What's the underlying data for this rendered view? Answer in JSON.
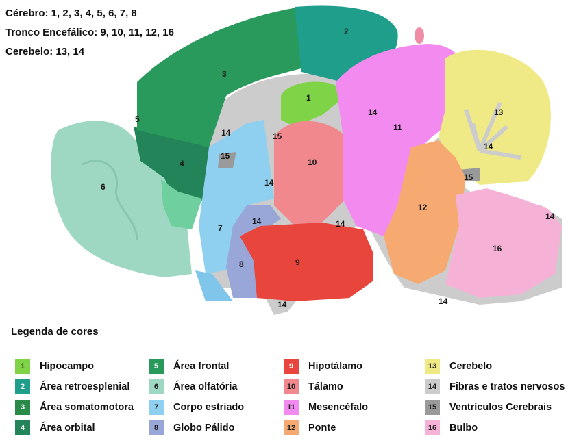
{
  "header": {
    "line1": "Cérebro: 1, 2, 3, 4, 5, 6, 7, 8",
    "line2": "Tronco Encefálico: 9, 10, 11, 12, 16",
    "line3": "Cerebelo: 13, 14"
  },
  "regions": [
    {
      "id": "1",
      "color": "#7ed346"
    },
    {
      "id": "2",
      "color": "#1f9e8c"
    },
    {
      "id": "3",
      "color": "#2a9a5c"
    },
    {
      "id": "4",
      "color": "#23845a"
    },
    {
      "id": "5",
      "color": "#2a9a5c"
    },
    {
      "id": "6",
      "color": "#9fd8c2"
    },
    {
      "id": "7",
      "color": "#8fd0f0"
    },
    {
      "id": "8",
      "color": "#99a6d8"
    },
    {
      "id": "9",
      "color": "#e8453c"
    },
    {
      "id": "10",
      "color": "#f0888e"
    },
    {
      "id": "11",
      "color": "#f28af0"
    },
    {
      "id": "12",
      "color": "#f6aa72"
    },
    {
      "id": "13",
      "color": "#f0ea86"
    },
    {
      "id": "14",
      "color": "#cccccc"
    },
    {
      "id": "15",
      "color": "#9a9a9a"
    },
    {
      "id": "16",
      "color": "#f6b2d6"
    }
  ],
  "legend": {
    "title": "Legenda de cores",
    "columns": [
      [
        {
          "num": "1",
          "label": "Hipocampo",
          "color": "#7ed346"
        },
        {
          "num": "2",
          "label": "Área retroesplenial",
          "color": "#1f9e8c"
        },
        {
          "num": "3",
          "label": "Área somatomotora",
          "color": "#2a8a4a"
        },
        {
          "num": "4",
          "label": "Área orbital",
          "color": "#23845a"
        }
      ],
      [
        {
          "num": "5",
          "label": "Área frontal",
          "color": "#2a9a5c"
        },
        {
          "num": "6",
          "label": "Área olfatória",
          "color": "#9fd8c2"
        },
        {
          "num": "7",
          "label": "Corpo estriado",
          "color": "#8fd0f0"
        },
        {
          "num": "8",
          "label": "Globo Pálido",
          "color": "#99a6d8"
        }
      ],
      [
        {
          "num": "9",
          "label": "Hipotálamo",
          "color": "#e8453c"
        },
        {
          "num": "10",
          "label": "Tálamo",
          "color": "#f0888e"
        },
        {
          "num": "11",
          "label": "Mesencéfalo",
          "color": "#f28af0"
        },
        {
          "num": "12",
          "label": "Ponte",
          "color": "#f6aa72"
        }
      ],
      [
        {
          "num": "13",
          "label": "Cerebelo",
          "color": "#f0ea86"
        },
        {
          "num": "14",
          "label": "Fibras e tratos nervosos",
          "color": "#cccccc"
        },
        {
          "num": "15",
          "label": "Ventrículos Cerebrais",
          "color": "#9a9a9a"
        },
        {
          "num": "16",
          "label": "Bulbo",
          "color": "#f6b2d6"
        }
      ]
    ]
  }
}
